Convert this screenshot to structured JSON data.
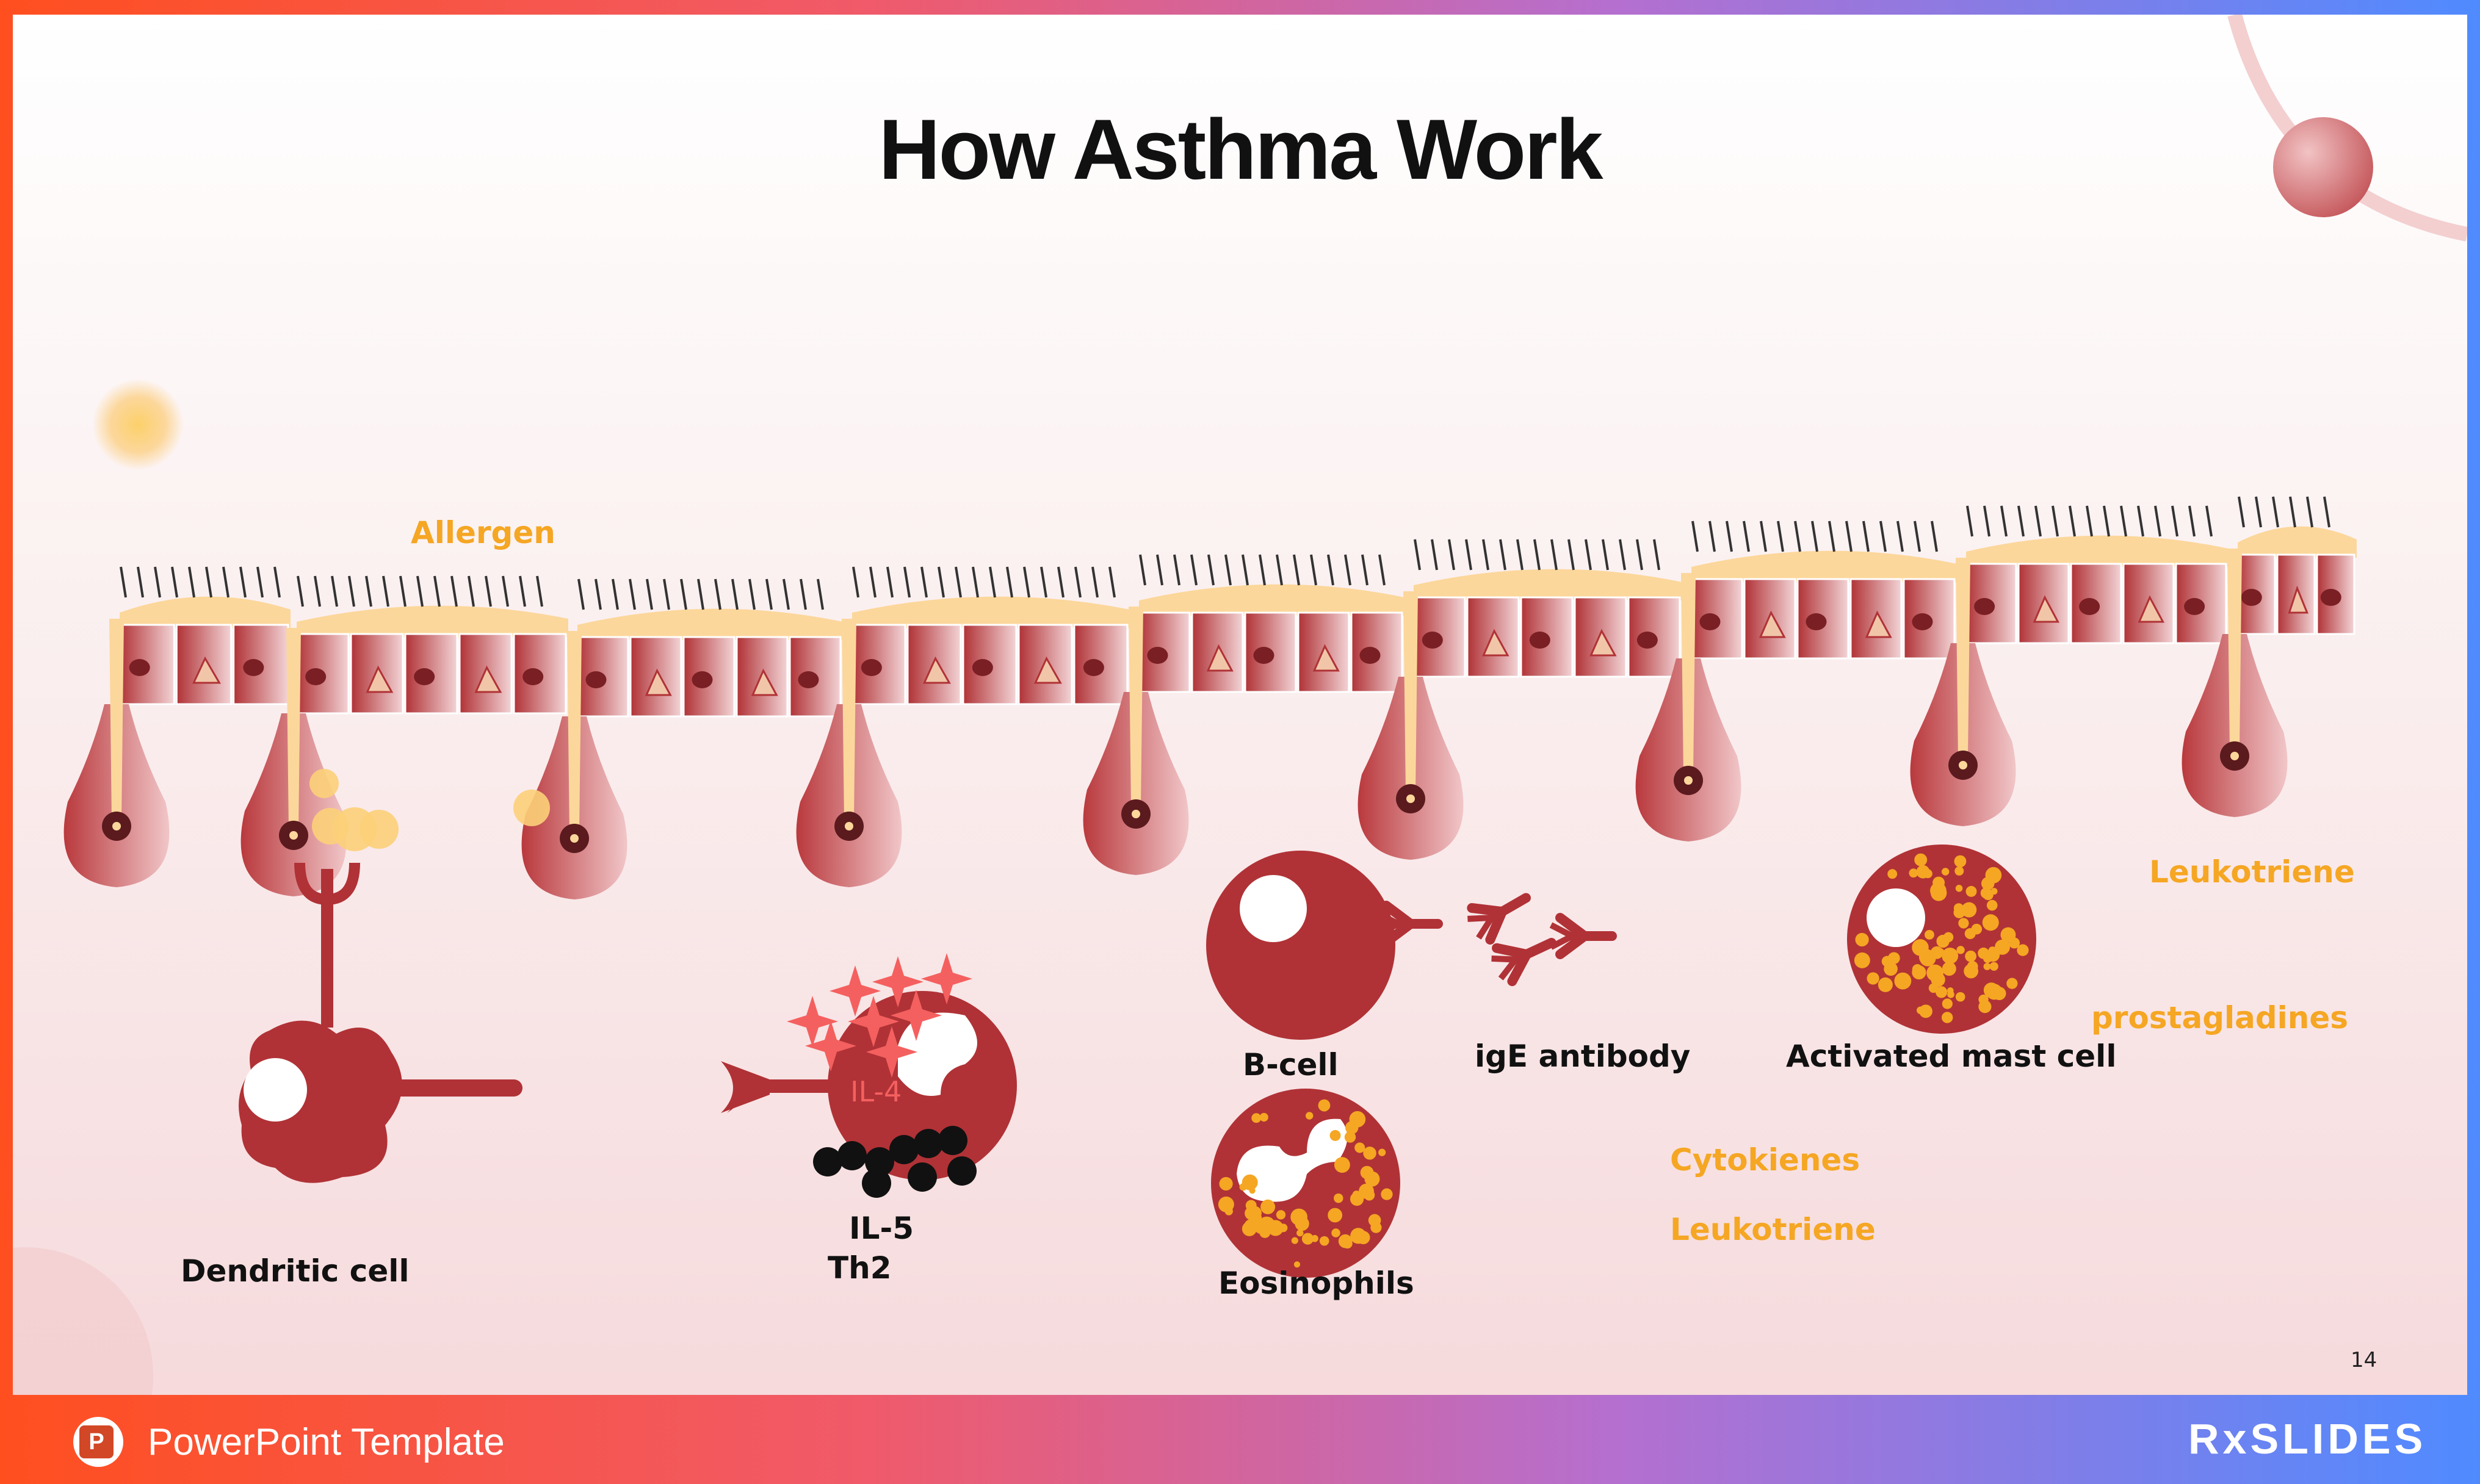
{
  "slide": {
    "title": "How Asthma Work",
    "page_number": "14"
  },
  "labels": {
    "allergen": "Allergen",
    "dendritic_cell": "Dendritic cell",
    "il4": "IL-4",
    "il5": "IL-5",
    "th2": "Th2",
    "b_cell": "B-cell",
    "ige_antibody": "igE antibody",
    "activated_mast_cell": "Activated mast cell",
    "eosinophils": "Eosinophils",
    "leukotriene_top": "Leukotriene",
    "prostagladines": "prostagladines",
    "cytokienes": "Cytokienes",
    "leukotriene_bottom": "Leukotriene"
  },
  "footer": {
    "template_label": "PowerPoint Template",
    "ppt_icon_letter": "P",
    "brand": "RxSLIDES"
  },
  "colors": {
    "cell_dark_red": "#b03236",
    "mucus_yellow": "#fcd79b",
    "label_orange": "#f5a623",
    "granule_orange": "#f5a623",
    "il4_red": "#f4605f"
  }
}
